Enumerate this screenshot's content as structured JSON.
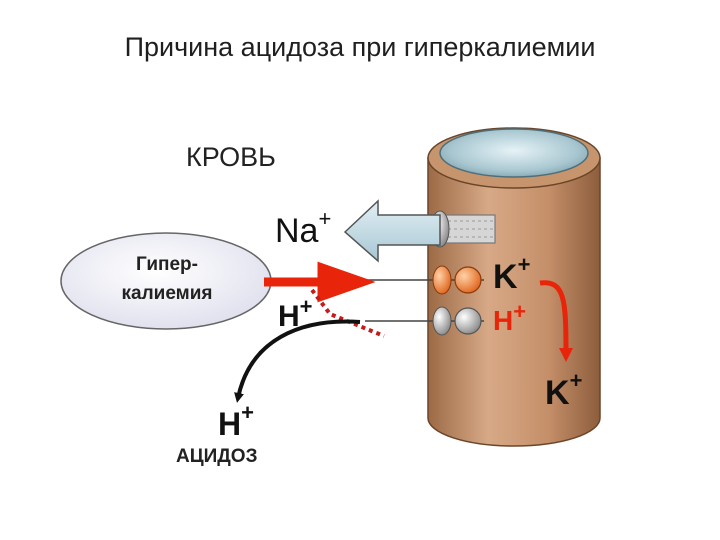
{
  "title": "Причина ацидоза при гиперкалиемии",
  "blood_label": "КРОВЬ",
  "ellipse": {
    "line1": "Гипер-",
    "line2": "калиемия"
  },
  "ions": {
    "na": {
      "symbol": "Na",
      "charge": "+"
    },
    "h_left": {
      "symbol": "H",
      "charge": "+"
    },
    "k_right": {
      "symbol": "K",
      "charge": "+"
    },
    "h_right": {
      "symbol": "H",
      "charge": "+"
    },
    "k_bottom": {
      "symbol": "K",
      "charge": "+"
    },
    "h_bottom": {
      "symbol": "H",
      "charge": "+"
    }
  },
  "acidosis_label": "АЦИДОЗ",
  "colors": {
    "cell_body": "#c9956d",
    "cell_top": "#b7d2da",
    "na_arrow": "#b9d3df",
    "k_arrow": "#e8250a",
    "k_pump": "#f07a2a",
    "h_pump": "#9a9a9a",
    "h_path_arrow": "#111111",
    "blocked_path": "#c41b1b"
  }
}
